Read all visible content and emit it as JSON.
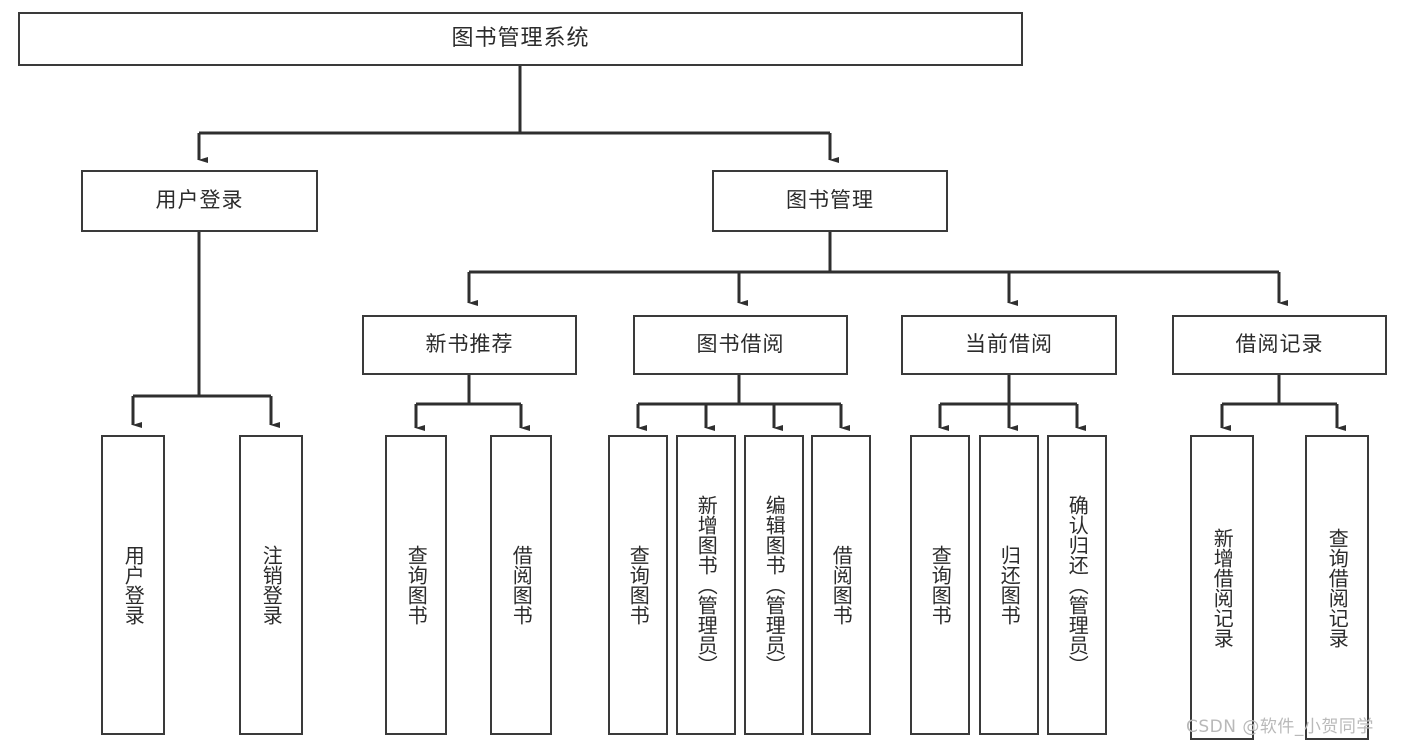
{
  "diagram": {
    "title_node": {
      "label": "图书管理系统"
    },
    "level2": [
      {
        "id": "user-login",
        "label": "用户登录"
      },
      {
        "id": "book-management",
        "label": "图书管理"
      }
    ],
    "level3": [
      {
        "id": "new-book-recommend",
        "label": "新书推荐"
      },
      {
        "id": "book-borrow",
        "label": "图书借阅"
      },
      {
        "id": "current-borrow",
        "label": "当前借阅"
      },
      {
        "id": "borrow-record",
        "label": "借阅记录"
      }
    ],
    "leaves": {
      "user_login": [
        {
          "id": "leaf-user-login",
          "label": "用户登录"
        },
        {
          "id": "leaf-logout-login",
          "label": "注销登录"
        }
      ],
      "new_book_recommend": [
        {
          "id": "leaf-query-book-1",
          "label": "查询图书"
        },
        {
          "id": "leaf-borrow-book-1",
          "label": "借阅图书"
        }
      ],
      "book_borrow": [
        {
          "id": "leaf-query-book-2",
          "label": "查询图书"
        },
        {
          "id": "leaf-add-book",
          "label": "新增图书（管理员）"
        },
        {
          "id": "leaf-edit-book",
          "label": "编辑图书（管理员）"
        },
        {
          "id": "leaf-borrow-book-2",
          "label": "借阅图书"
        }
      ],
      "current_borrow": [
        {
          "id": "leaf-query-book-3",
          "label": "查询图书"
        },
        {
          "id": "leaf-return-book",
          "label": "归还图书"
        },
        {
          "id": "leaf-confirm-return",
          "label": "确认归还（管理员）"
        }
      ],
      "borrow_record": [
        {
          "id": "leaf-add-borrow-record",
          "label": "新增借阅记录"
        },
        {
          "id": "leaf-query-borrow-record",
          "label": "查询借阅记录"
        }
      ]
    }
  },
  "watermark": {
    "text": "CSDN @软件_小贺同学"
  },
  "colors": {
    "border": "#3a3a3a",
    "text": "#2b2b2b",
    "background": "#ffffff",
    "watermark": "#b9b9b9"
  }
}
